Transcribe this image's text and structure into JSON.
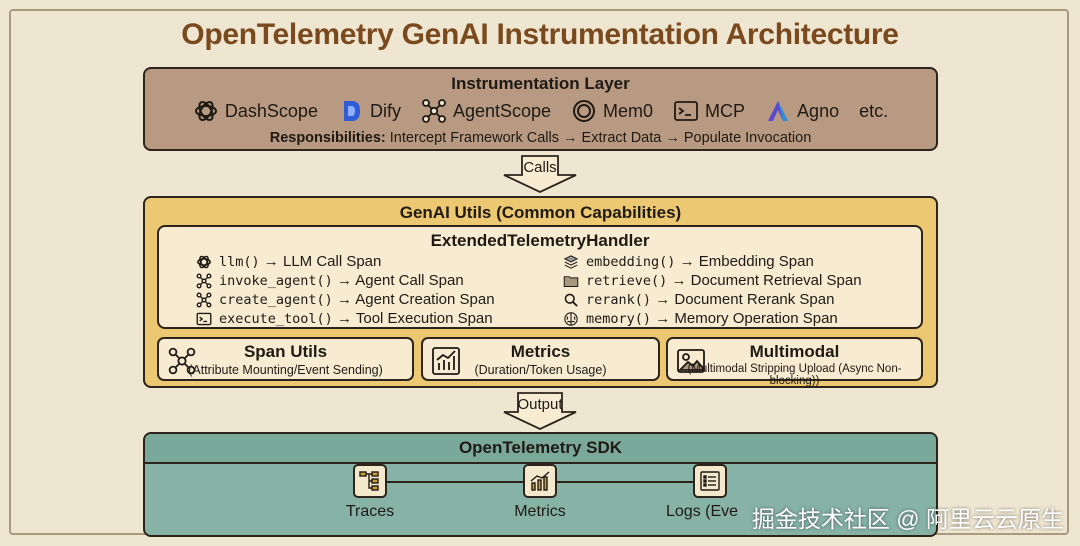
{
  "title": "OpenTelemetry GenAI Instrumentation Architecture",
  "instrumentation": {
    "header": "Instrumentation Layer",
    "frameworks": [
      {
        "name": "DashScope",
        "icon": "openai-knot-icon"
      },
      {
        "name": "Dify",
        "icon": "dify-icon"
      },
      {
        "name": "AgentScope",
        "icon": "network-icon"
      },
      {
        "name": "Mem0",
        "icon": "mem0-ring-icon"
      },
      {
        "name": "MCP",
        "icon": "terminal-icon"
      },
      {
        "name": "Agno",
        "icon": "agno-a-icon"
      },
      {
        "name": "etc.",
        "icon": ""
      }
    ],
    "responsibilities_label": "Responsibilities:",
    "responsibilities_text": " Intercept Framework Calls → Extract Data → Populate Invocation"
  },
  "arrow_calls": "Calls",
  "utils": {
    "header": "GenAI Utils (Common Capabilities)",
    "handler": {
      "title": "ExtendedTelemetryHandler",
      "left": [
        {
          "code": "llm()",
          "text": " → LLM Call Span",
          "icon": "knot-icon"
        },
        {
          "code": "invoke_agent()",
          "text": " → Agent Call Span",
          "icon": "network-icon"
        },
        {
          "code": "create_agent()",
          "text": " → Agent Creation Span",
          "icon": "network-icon"
        },
        {
          "code": "execute_tool()",
          "text": " → Tool Execution Span",
          "icon": "terminal-icon"
        }
      ],
      "right": [
        {
          "code": "embedding()",
          "text": " → Embedding Span",
          "icon": "layers-icon"
        },
        {
          "code": "retrieve()",
          "text": " → Document Retrieval Span",
          "icon": "folder-icon"
        },
        {
          "code": "rerank()",
          "text": " → Document Rerank Span",
          "icon": "search-icon"
        },
        {
          "code": "memory()",
          "text": " → Memory Operation Span",
          "icon": "brain-icon"
        }
      ]
    },
    "boxes": [
      {
        "title": "Span Utils",
        "subtitle": "(Attribute Mounting/Event Sending)"
      },
      {
        "title": "Metrics",
        "subtitle": "(Duration/Token Usage)"
      },
      {
        "title": "Multimodal",
        "subtitle": "(Multimodal Stripping Upload (Async Non-blocking))"
      }
    ]
  },
  "arrow_output": "Output",
  "sdk": {
    "header": "OpenTelemetry SDK",
    "items": [
      {
        "label": "Traces",
        "icon": "traces-icon"
      },
      {
        "label": "Metrics",
        "icon": "chart-icon"
      },
      {
        "label": "Logs (Eve",
        "icon": "list-icon"
      }
    ]
  },
  "watermark": "掘金技术社区 @ 阿里云云原生"
}
